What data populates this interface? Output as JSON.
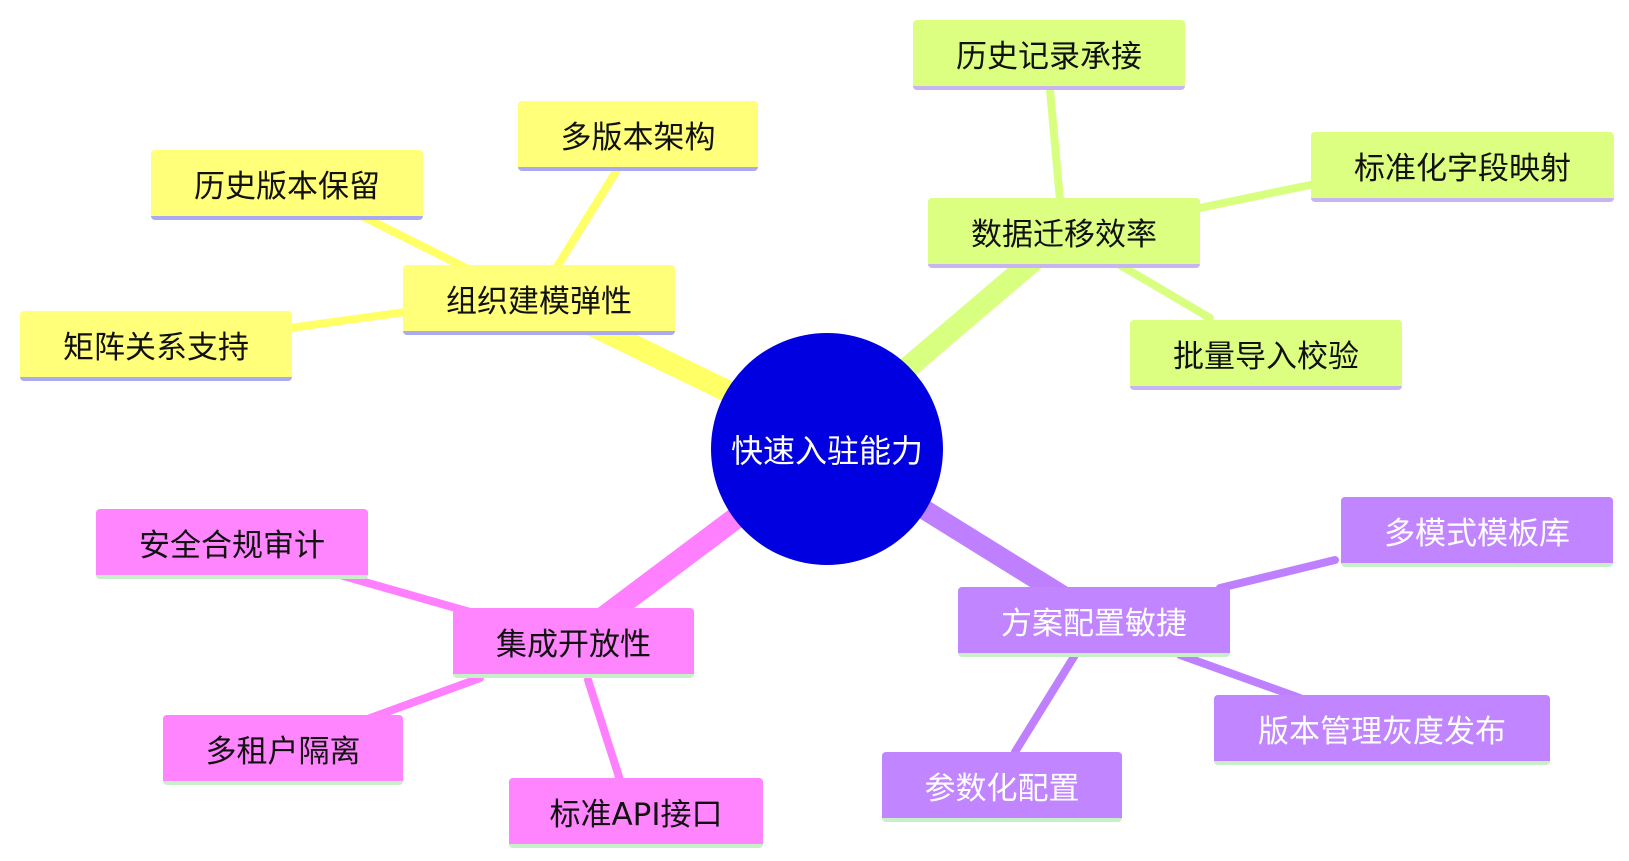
{
  "root": {
    "label": "快速入驻能力"
  },
  "branches": [
    {
      "label": "组织建模弹性",
      "color": "#ffff7a",
      "edge_color": "#ffff66",
      "children": [
        "多版本架构",
        "历史版本保留",
        "矩阵关系支持"
      ]
    },
    {
      "label": "数据迁移效率",
      "color": "#dcff82",
      "edge_color": "#d9ff80",
      "children": [
        "历史记录承接",
        "标准化字段映射",
        "批量导入校验"
      ]
    },
    {
      "label": "方案配置敏捷",
      "color": "#c085ff",
      "edge_color": "#bf80ff",
      "children": [
        "多模式模板库",
        "版本管理灰度发布",
        "参数化配置"
      ]
    },
    {
      "label": "集成开放性",
      "color": "#ff85ff",
      "edge_color": "#ff80ff",
      "children": [
        "安全合规审计",
        "多租户隔离",
        "标准API接口"
      ]
    }
  ]
}
